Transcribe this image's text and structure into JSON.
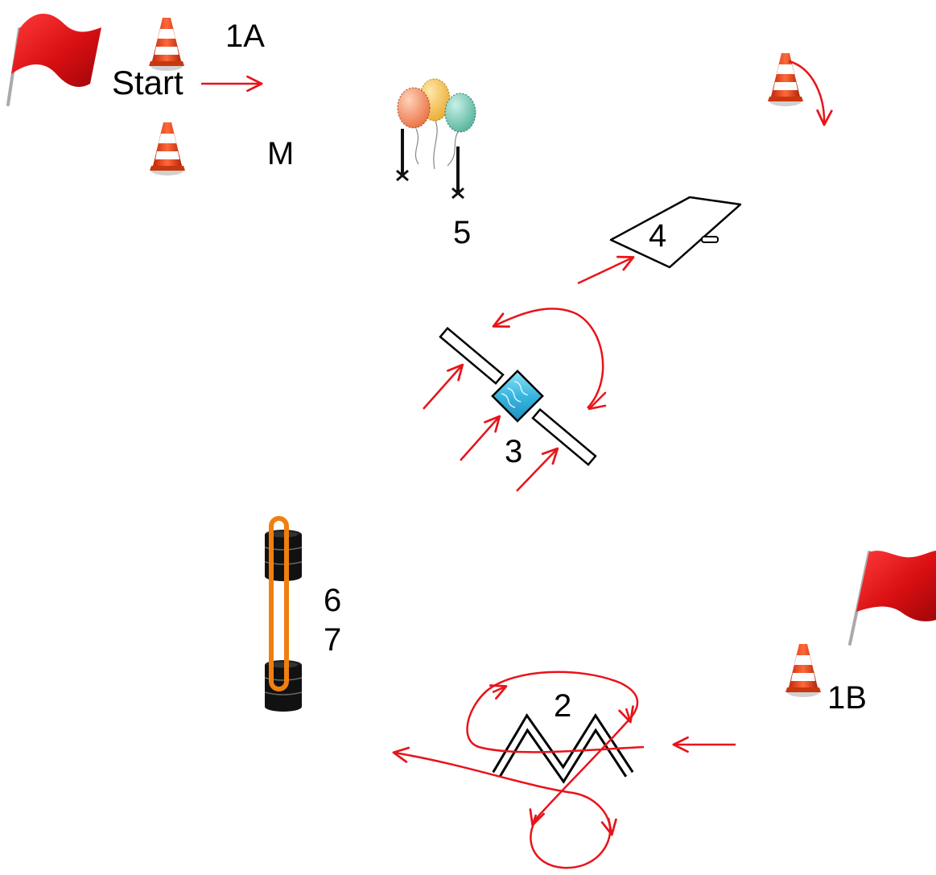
{
  "labels": {
    "start": "Start",
    "cone_1a": "1A",
    "marker_m": "M",
    "obstacle_5": "5",
    "obstacle_4": "4",
    "obstacle_3": "3",
    "obstacle_6": "6",
    "obstacle_7": "7",
    "obstacle_2": "2",
    "cone_1b": "1B"
  },
  "icons": {
    "flag": "red-flag-icon",
    "cone": "traffic-cone-icon",
    "balloons": "balloons-icon",
    "barrel": "oil-barrel-icon",
    "water": "water-pool-icon"
  },
  "colors": {
    "arrow": "#e8141a",
    "flag": "#d90f12",
    "cone": "#e8441a",
    "pole": "#f07f10",
    "water": "#38b6e0",
    "outline": "#000000"
  }
}
